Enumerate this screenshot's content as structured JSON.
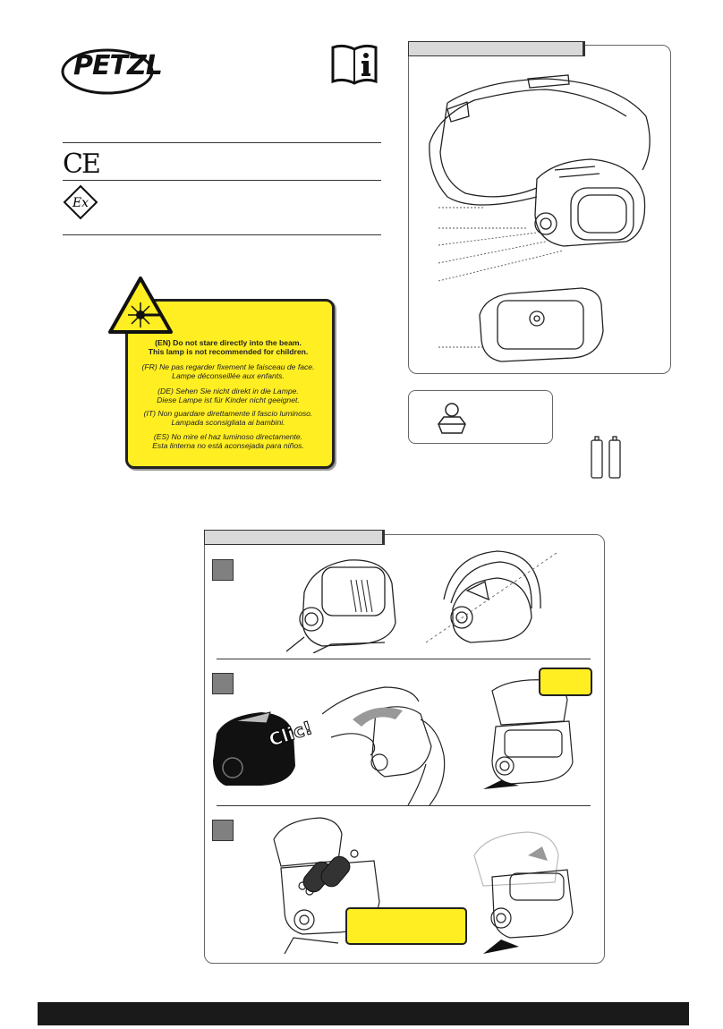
{
  "brand": {
    "logo_text": "PETZL"
  },
  "marks": {
    "ce": "CE",
    "ex": "Ex"
  },
  "laser_warning": {
    "en_1": "(EN) Do not stare directly into the beam.",
    "en_2": "This lamp is not recommended for children.",
    "fr_1": "(FR) Ne pas regarder fixement le faisceau de face.",
    "fr_2": "Lampe déconseillée aux enfants.",
    "de_1": "(DE) Sehen Sie nicht direkt in die Lampe.",
    "de_2": "Diese Lampe ist für Kinder nicht geeignet.",
    "it_1": "(IT) Non guardare direttamente il fascio luminoso.",
    "it_2": "Lampada sconsigliata ai bambini.",
    "es_1": "(ES) No mire el haz luminoso directamente.",
    "es_2": "Esta linterna no está aconsejada para niños."
  },
  "install": {
    "clic_label": "Clic!"
  },
  "colors": {
    "warning_yellow": "#ffee22",
    "step_gray": "#808080",
    "bar_black": "#1a1a1a"
  }
}
